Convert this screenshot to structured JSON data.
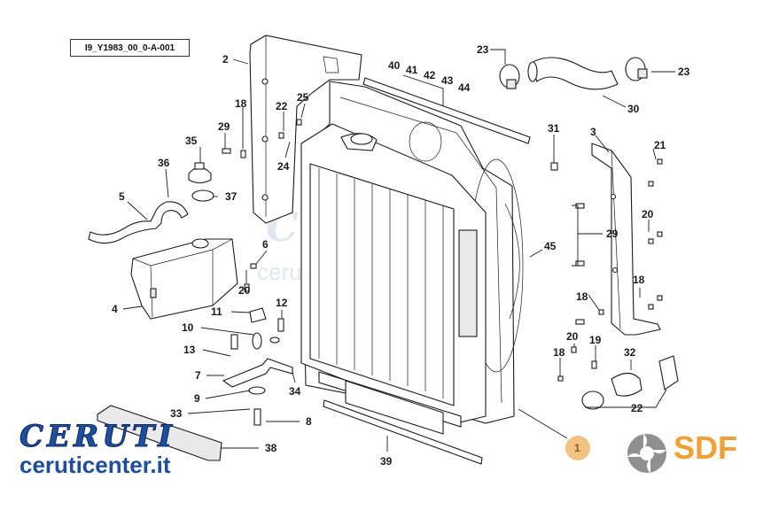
{
  "diagram": {
    "code": "I9_Y1983_00_0-A-001",
    "labels": {
      "l2": "2",
      "l18a": "18",
      "l29a": "29",
      "l22a": "22",
      "l25": "25",
      "l24": "24",
      "l35": "35",
      "l36": "36",
      "l37": "37",
      "l5": "5",
      "l6": "6",
      "l20a": "20",
      "l4": "4",
      "l11": "11",
      "l12": "12",
      "l10": "10",
      "l13": "13",
      "l7": "7",
      "l9": "9",
      "l34": "34",
      "l33": "33",
      "l8": "8",
      "l38": "38",
      "l39": "39",
      "l40": "40",
      "l41": "41",
      "l42": "42",
      "l43": "43",
      "l44": "44",
      "l23a": "23",
      "l23b": "23",
      "l30": "30",
      "l31": "31",
      "l3": "3",
      "l21": "21",
      "l20b": "20",
      "l29b": "29",
      "l45": "45",
      "l18b": "18",
      "l18c": "18",
      "l20c": "20",
      "l19": "19",
      "l18d": "18",
      "l32": "32",
      "l22b": "22",
      "l1": "1"
    }
  },
  "watermark": {
    "brand": "CERUTI",
    "url": "ceruticenter.it"
  },
  "logo": {
    "brand": "CERUTI",
    "url": "ceruticenter.it"
  },
  "sdf": {
    "text": "SDF",
    "color": "#f0a035"
  },
  "colors": {
    "ceruti_blue": "#1e4e9c",
    "badge": "#f2c283"
  }
}
